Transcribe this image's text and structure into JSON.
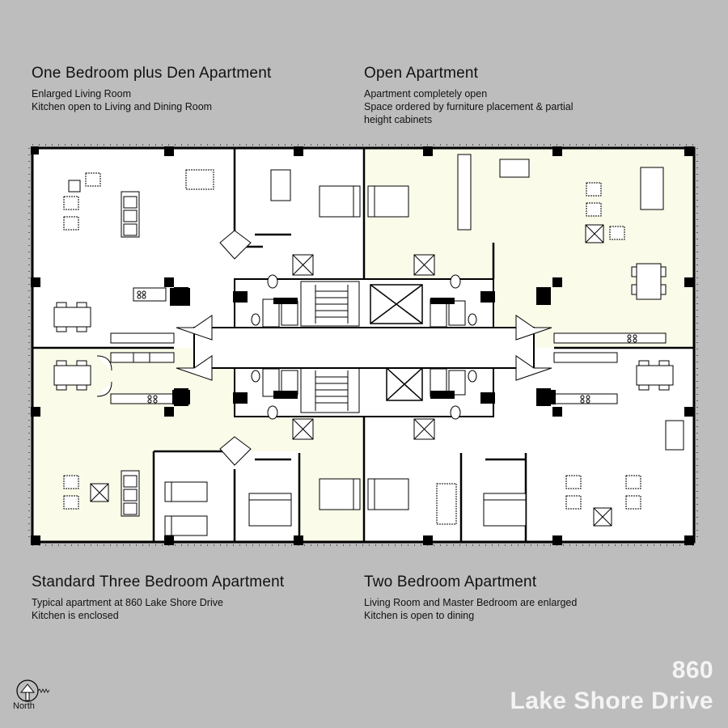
{
  "apartments": {
    "top_left": {
      "title": "One Bedroom plus Den Apartment",
      "lines": [
        "Enlarged Living Room",
        "Kitchen open to Living and Dining Room"
      ]
    },
    "top_right": {
      "title": "Open Apartment",
      "lines": [
        "Apartment completely open",
        "Space ordered by furniture placement & partial",
        "height cabinets"
      ]
    },
    "bottom_left": {
      "title": "Standard Three Bedroom Apartment",
      "lines": [
        "Typical apartment at 860 Lake Shore Drive",
        "Kitchen is enclosed"
      ]
    },
    "bottom_right": {
      "title": "Two Bedroom Apartment",
      "lines": [
        "Living Room and Master Bedroom are enlarged",
        "Kitchen is open to dining"
      ]
    }
  },
  "building": {
    "number": "860",
    "street": "Lake Shore Drive"
  },
  "compass": {
    "label": "North",
    "icon": "north-arrow-icon"
  },
  "colors": {
    "background": "#bdbdbd",
    "highlight_fill": "#fbfbe9",
    "plain_fill": "#ffffff",
    "wall": "#000000"
  }
}
